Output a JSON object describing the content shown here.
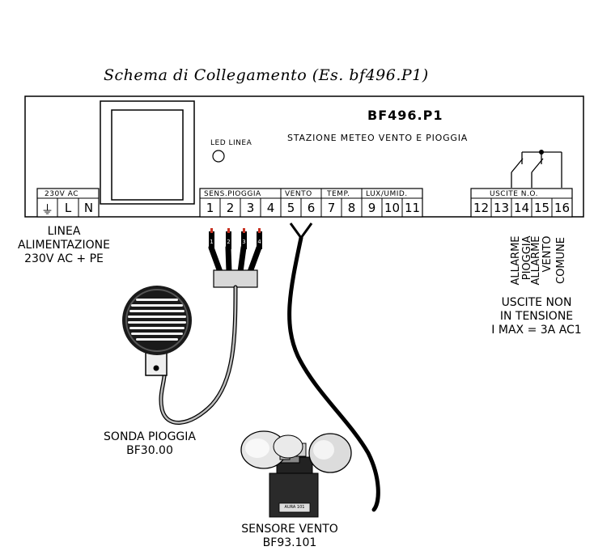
{
  "title": "Schema di Collegamento (Es. bf496.P1)",
  "device": {
    "model": "BF496.P1",
    "subtitle": "STAZIONE METEO VENTO E PIOGGIA",
    "led_label": "LED LINEA"
  },
  "terminal_groups": {
    "power": "230V AC",
    "rain_sensor": "SENS.PIOGGIA",
    "wind": "VENTO",
    "temp": "TEMP.",
    "lux": "LUX/UMID.",
    "outputs": "USCITE N.O."
  },
  "power_terminals": [
    "⏚",
    "L",
    "N"
  ],
  "terminals_left": [
    "1",
    "2",
    "3",
    "4",
    "5",
    "6",
    "7",
    "8",
    "9",
    "10",
    "11"
  ],
  "terminals_right": [
    "12",
    "13",
    "14",
    "15",
    "16"
  ],
  "labels": {
    "power_line": "LINEA\nALIMENTAZIONE\n230V AC + PE",
    "alarm_rain": "ALLARME\nPIOGGIA",
    "alarm_wind": "ALLARME\nVENTO",
    "common": "COMUNE",
    "outputs_note": "USCITE NON\nIN TENSIONE\nI MAX = 3A AC1",
    "rain_probe": "SONDA PIOGGIA\nBF30.00",
    "wind_sensor": "SENSORE VENTO\nBF93.101"
  },
  "connector_pins": [
    "1",
    "2",
    "3",
    "4"
  ],
  "wind_sensor_badge": "AURA 101"
}
